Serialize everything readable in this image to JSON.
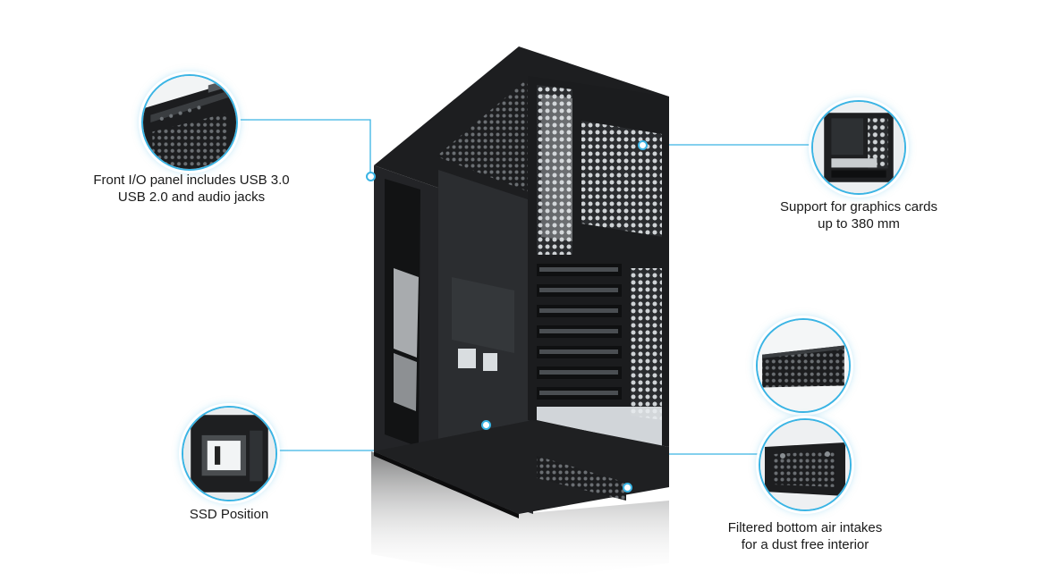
{
  "accent_color": "#3ab4e4",
  "product_image": {
    "icon": "pc-case-illustration"
  },
  "callouts": [
    {
      "id": "front-io",
      "lines": [
        "Front I/O panel includes USB 3.0",
        "USB 2.0 and audio jacks"
      ],
      "icon": "front-io-panel-closeup"
    },
    {
      "id": "gpu-support",
      "lines": [
        "Support for graphics cards",
        "up to 380 mm"
      ],
      "icon": "case-interior-closeup"
    },
    {
      "id": "dust-filter",
      "lines": [
        "Filtered bottom air intakes",
        "for a dust free interior"
      ],
      "icon": "dust-filter-closeup"
    },
    {
      "id": "bottom-view",
      "lines": [],
      "icon": "case-bottom-closeup"
    },
    {
      "id": "ssd",
      "lines": [
        "SSD Position"
      ],
      "icon": "ssd-bracket-closeup"
    }
  ]
}
